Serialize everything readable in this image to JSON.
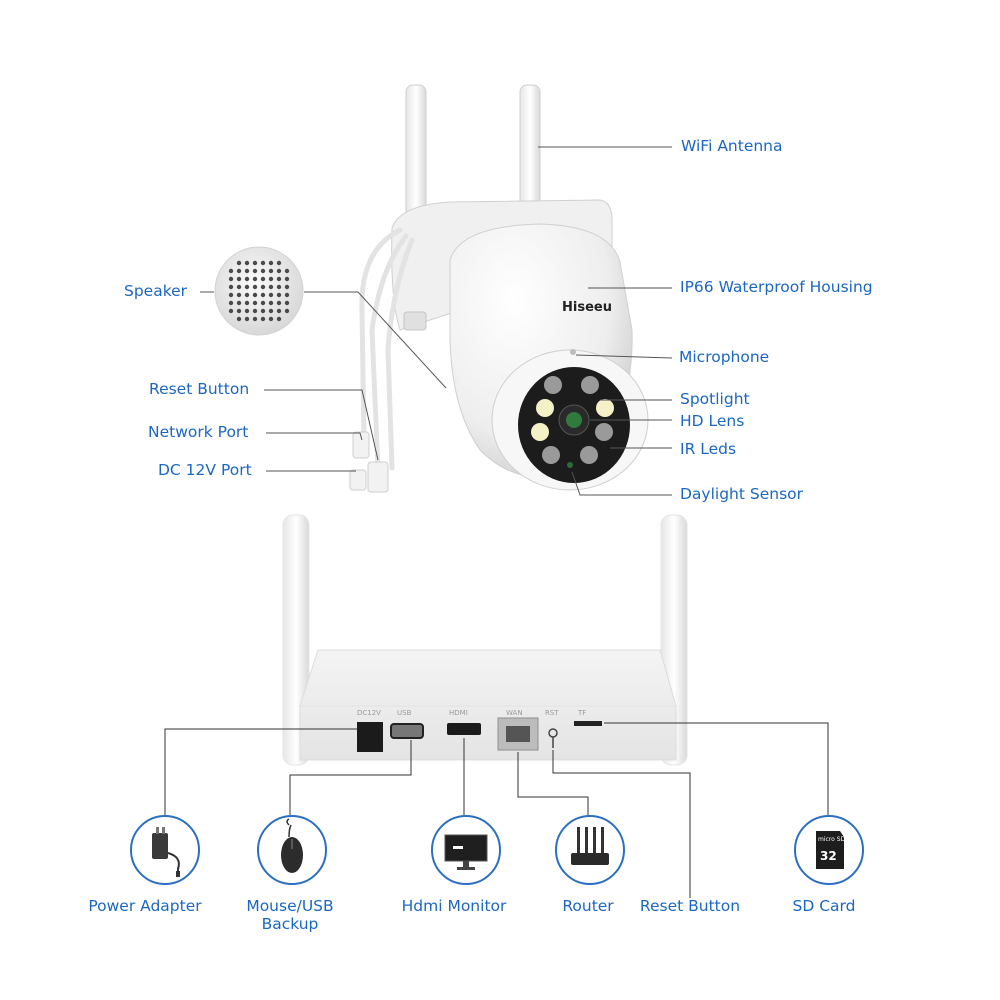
{
  "camera_labels": {
    "wifi_antenna": "WiFi Antenna",
    "housing": "IP66 Waterproof Housing",
    "microphone": "Microphone",
    "spotlight": "Spotlight",
    "hd_lens": "HD Lens",
    "ir_leds": "IR Leds",
    "daylight_sensor": "Daylight Sensor",
    "speaker": "Speaker",
    "reset_button": "Reset Button",
    "network_port": "Network Port",
    "dc_port": "DC 12V Port"
  },
  "brand_logo": "Hiseeu",
  "nvr_ports": [
    "DC12V",
    "USB",
    "HDMI",
    "WAN",
    "RST",
    "TF"
  ],
  "accessories": [
    {
      "label": "Power Adapter",
      "icon": "power-adapter-icon"
    },
    {
      "label": "Mouse/USB\nBackup",
      "icon": "mouse-icon"
    },
    {
      "label": "Hdmi Monitor",
      "icon": "monitor-icon"
    },
    {
      "label": "Router",
      "icon": "router-icon"
    },
    {
      "label": "Reset Button",
      "icon": ""
    },
    {
      "label": "SD Card",
      "icon": "sd-card-icon"
    }
  ],
  "sd_card_text": "32",
  "sd_card_brand": "micro SD",
  "colors": {
    "label": "#1c67c2",
    "line": "#555555",
    "circle": "#2b6fc3"
  }
}
